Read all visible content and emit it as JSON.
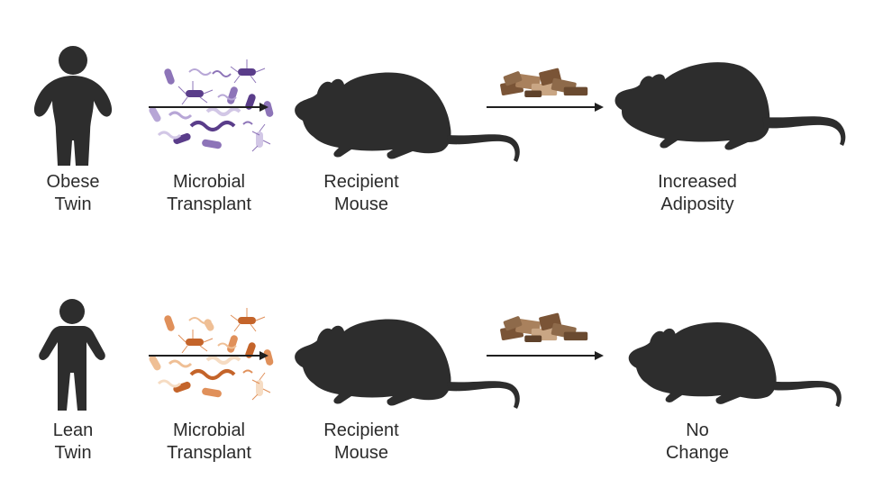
{
  "rows": [
    {
      "id": "obese",
      "donor_label": [
        "Obese",
        "Twin"
      ],
      "transplant_label": [
        "Microbial",
        "Transplant"
      ],
      "recipient_label": [
        "Recipient",
        "Mouse"
      ],
      "outcome_label": [
        "Increased",
        "Adiposity"
      ],
      "microbe_palette": [
        "#5a3d8a",
        "#8d74b8",
        "#b7a6d6",
        "#d2c7e6"
      ]
    },
    {
      "id": "lean",
      "donor_label": [
        "Lean",
        "Twin"
      ],
      "transplant_label": [
        "Microbial",
        "Transplant"
      ],
      "recipient_label": [
        "Recipient",
        "Mouse"
      ],
      "outcome_label": [
        "No",
        "Change"
      ],
      "microbe_palette": [
        "#c4642a",
        "#e0905a",
        "#efbf95",
        "#f6dcc3"
      ]
    }
  ],
  "colors": {
    "silhouette": "#2d2d2d",
    "arrow": "#1f1f1f",
    "food": [
      "#7a5436",
      "#a9815d",
      "#c9a684",
      "#8e6a4a"
    ]
  },
  "icons": [
    "person-obese-icon",
    "person-lean-icon",
    "microbes-icon",
    "mouse-icon",
    "food-pellets-icon"
  ]
}
